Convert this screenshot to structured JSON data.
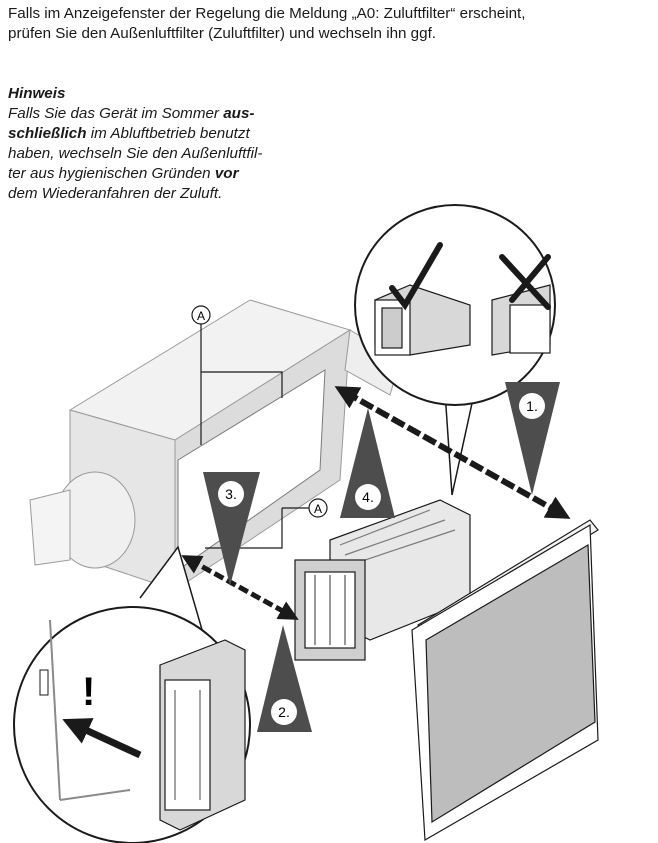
{
  "intro": {
    "line1": "Falls im Anzeigefenster der Regelung die Meldung „A0: Zuluftfilter“ erscheint,",
    "line2": "prüfen Sie den Außenluftfilter (Zuluftfilter) und wechseln ihn ggf."
  },
  "note": {
    "heading": "Hinweis",
    "p1": "Falls Sie das Gerät im Sommer ",
    "p1_bold": "aus-",
    "p2_bold": "schließlich",
    "p2": " im Abluftbetrieb benutzt",
    "p3": "haben, wechseln Sie den Außenluftfil-",
    "p4": "ter aus hygienischen Gründen ",
    "p4_bold": "vor",
    "p5": "dem Wiederanfahren der Zuluft."
  },
  "illustration": {
    "callout_a_top": "A",
    "callout_a_right": "A",
    "step_1": "1.",
    "step_2": "2.",
    "step_3": "3.",
    "step_4": "4.",
    "warning_mark": "!",
    "correct_icon": "check-mark-icon",
    "wrong_icon": "cross-mark-icon",
    "colors": {
      "line": "#1a1a1a",
      "device": "#e4e4e4",
      "filter_face": "#bdbdbd",
      "triangle": "#4d4d4d"
    }
  }
}
